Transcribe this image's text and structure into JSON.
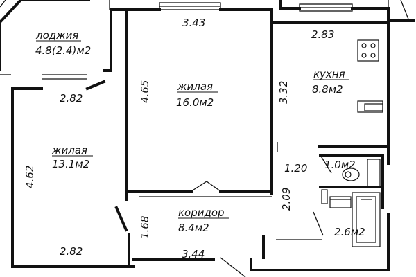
{
  "rooms": {
    "loggia": {
      "name": "лоджия",
      "area": "4.8(2.4)м2"
    },
    "living1": {
      "name": "жилая",
      "area": "16.0м2"
    },
    "living2": {
      "name": "жилая",
      "area": "13.1м2"
    },
    "kitchen": {
      "name": "кухня",
      "area": "8.8м2"
    },
    "corridor": {
      "name": "коридор",
      "area": "8.4м2"
    },
    "wc": {
      "area": "1.0м2"
    },
    "bath": {
      "area": "2.6м2"
    }
  },
  "dimensions": {
    "living1_width": "3.43",
    "living1_depth": "4.65",
    "kitchen_width": "2.83",
    "kitchen_depth": "3.32",
    "loggia_width": "2.82",
    "living2_depth": "4.62",
    "living2_width": "2.82",
    "corridor_short": "1.68",
    "corridor_width": "3.44",
    "bath_depth": "2.09",
    "wc_width": "1.20"
  }
}
